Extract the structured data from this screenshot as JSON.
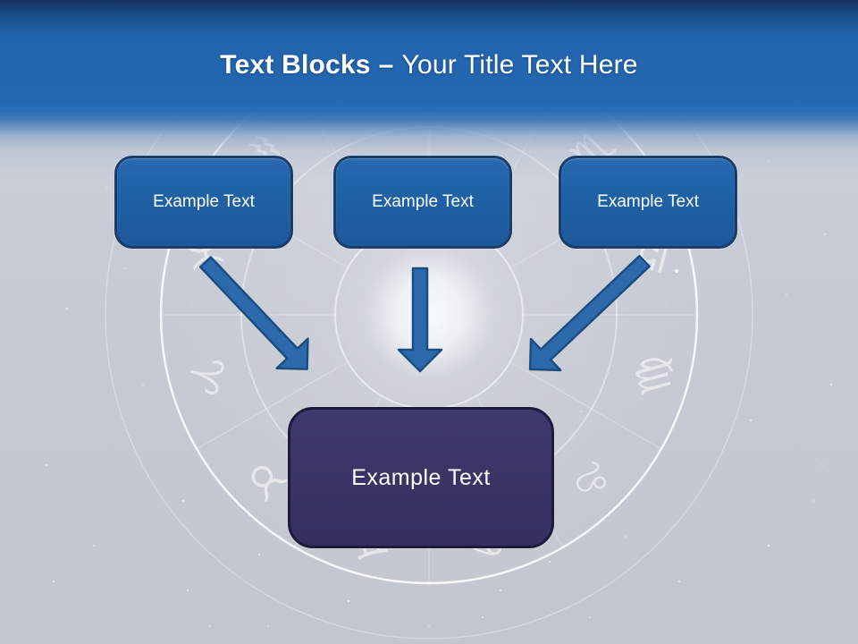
{
  "title": {
    "bold_part": "Text Blocks",
    "separator": "–",
    "regular_part": "Your Title Text Here"
  },
  "text_blocks": [
    {
      "label": "Example Text"
    },
    {
      "label": "Example Text"
    },
    {
      "label": "Example Text"
    }
  ],
  "result_block": {
    "label": "Example Text"
  },
  "background": {
    "description": "zodiac-wheel",
    "zodiac_icons": [
      "capricorn",
      "aquarius",
      "pisces",
      "aries",
      "taurus",
      "gemini",
      "cancer",
      "leo",
      "virgo",
      "libra",
      "scorpio",
      "sagittarius"
    ]
  },
  "colors": {
    "header_dark": "#12315E",
    "header_blue": "#2468B3",
    "box_fill": "#2062A7",
    "box_border": "#1B3E69",
    "arrow_fill": "#2D6AAB",
    "arrow_border": "#1C4D80",
    "result_fill": "#393666",
    "result_border": "#1D1B3C",
    "background_gray": "#C6CAD3",
    "text": "#FFFFFF"
  }
}
